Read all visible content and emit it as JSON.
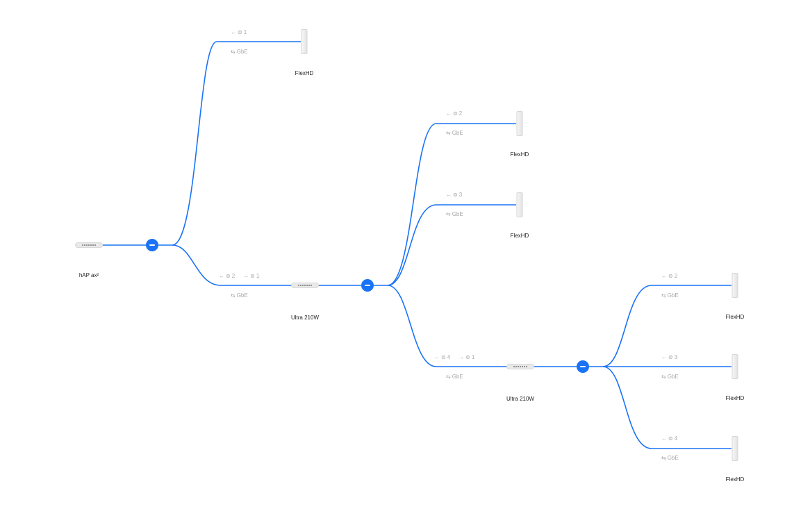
{
  "nodes": {
    "hap": {
      "name": "hAP ax²"
    },
    "u1": {
      "name": "Ultra 210W",
      "port_in": "2",
      "port_out": "1",
      "speed": "GbE"
    },
    "u2": {
      "name": "Ultra 210W",
      "port_in": "4",
      "port_out": "1",
      "speed": "GbE"
    },
    "f1": {
      "name": "FlexHD",
      "port_in": "1",
      "speed": "GbE"
    },
    "f2": {
      "name": "FlexHD",
      "port_in": "2",
      "speed": "GbE"
    },
    "f3": {
      "name": "FlexHD",
      "port_in": "3",
      "speed": "GbE"
    },
    "f4": {
      "name": "FlexHD",
      "port_in": "2",
      "speed": "GbE"
    },
    "f5": {
      "name": "FlexHD",
      "port_in": "3",
      "speed": "GbE"
    },
    "f6": {
      "name": "FlexHD",
      "port_in": "4",
      "speed": "GbE"
    }
  },
  "icons": {
    "arrow_left": "←",
    "arrow_right": "→",
    "port": "⊜",
    "link": "⇆"
  },
  "colors": {
    "link": "#1a73f5",
    "muted": "#a8a8a8"
  }
}
